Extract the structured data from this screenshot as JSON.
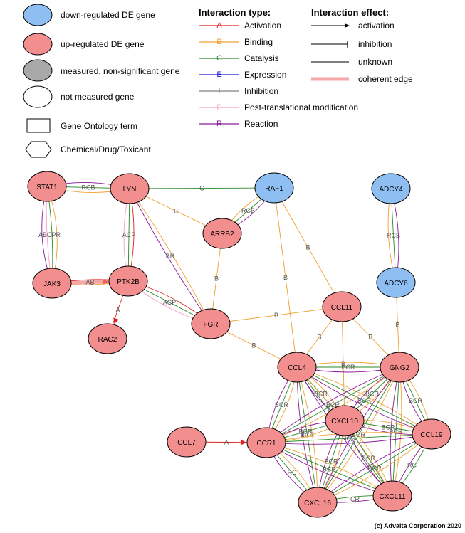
{
  "legend": {
    "node_types": {
      "down": "down-regulated DE gene",
      "up": "up-regulated DE gene",
      "measured": "measured, non-significant gene",
      "not_measured": "not measured gene",
      "go_term": "Gene Ontology term",
      "chemical": "Chemical/Drug/Toxicant"
    },
    "interaction_type": {
      "title": "Interaction type:",
      "items": [
        {
          "code": "A",
          "label": "Activation",
          "color": "#e02020"
        },
        {
          "code": "B",
          "label": "Binding",
          "color": "#f0a030"
        },
        {
          "code": "C",
          "label": "Catalysis",
          "color": "#2a8a2a"
        },
        {
          "code": "E",
          "label": "Expression",
          "color": "#1a1ad0"
        },
        {
          "code": "I",
          "label": "Inhibition",
          "color": "#808080"
        },
        {
          "code": "P",
          "label": "Post-translational modification",
          "color": "#f5a0c8"
        },
        {
          "code": "R",
          "label": "Reaction",
          "color": "#8a1a9a"
        }
      ]
    },
    "interaction_effect": {
      "title": "Interaction effect:",
      "items": [
        {
          "label": "activation"
        },
        {
          "label": "inhibition"
        },
        {
          "label": "unknown"
        },
        {
          "label": "coherent edge"
        }
      ]
    }
  },
  "colors": {
    "down": "#8fbff2",
    "up": "#f28e8e",
    "measured": "#a8a8a8",
    "not_measured": "#ffffff",
    "coherent": "#f5a8a8"
  },
  "nodes": [
    {
      "id": "STAT1",
      "label": "STAT1",
      "type": "up"
    },
    {
      "id": "LYN",
      "label": "LYN",
      "type": "up"
    },
    {
      "id": "RAF1",
      "label": "RAF1",
      "type": "down"
    },
    {
      "id": "ADCY4",
      "label": "ADCY4",
      "type": "down"
    },
    {
      "id": "ARRB2",
      "label": "ARRB2",
      "type": "up"
    },
    {
      "id": "ADCY6",
      "label": "ADCY6",
      "type": "down"
    },
    {
      "id": "JAK3",
      "label": "JAK3",
      "type": "up"
    },
    {
      "id": "PTK2B",
      "label": "PTK2B",
      "type": "up"
    },
    {
      "id": "RAC2",
      "label": "RAC2",
      "type": "up"
    },
    {
      "id": "FGR",
      "label": "FGR",
      "type": "up"
    },
    {
      "id": "CCL11",
      "label": "CCL11",
      "type": "up"
    },
    {
      "id": "CCL4",
      "label": "CCL4",
      "type": "up"
    },
    {
      "id": "GNG2",
      "label": "GNG2",
      "type": "up"
    },
    {
      "id": "CXCL10",
      "label": "CXCL10",
      "type": "up"
    },
    {
      "id": "CCL7",
      "label": "CCL7",
      "type": "up"
    },
    {
      "id": "CCR1",
      "label": "CCR1",
      "type": "up"
    },
    {
      "id": "CCL19",
      "label": "CCL19",
      "type": "up"
    },
    {
      "id": "CXCL16",
      "label": "CXCL16",
      "type": "up"
    },
    {
      "id": "CXCL11",
      "label": "CXCL11",
      "type": "up"
    }
  ],
  "edges": [
    {
      "from": "STAT1",
      "to": "LYN",
      "types": [
        "R",
        "C",
        "B"
      ],
      "label": "RCB"
    },
    {
      "from": "STAT1",
      "to": "JAK3",
      "types": [
        "B",
        "C",
        "P",
        "R"
      ],
      "label": "ABCPR"
    },
    {
      "from": "LYN",
      "to": "RAF1",
      "types": [
        "C"
      ],
      "label": "C"
    },
    {
      "from": "LYN",
      "to": "ARRB2",
      "types": [
        "B"
      ],
      "label": "B"
    },
    {
      "from": "LYN",
      "to": "PTK2B",
      "types": [
        "A",
        "C",
        "P"
      ],
      "label": "ACP"
    },
    {
      "from": "LYN",
      "to": "FGR",
      "types": [
        "B",
        "R"
      ],
      "label": "BR"
    },
    {
      "from": "RAF1",
      "to": "ARRB2",
      "types": [
        "R",
        "C",
        "B"
      ],
      "label": "RCB"
    },
    {
      "from": "RAF1",
      "to": "CCL11",
      "types": [
        "B"
      ],
      "label": "B"
    },
    {
      "from": "RAF1",
      "to": "CCL4",
      "types": [
        "B"
      ],
      "label": "B"
    },
    {
      "from": "ADCY4",
      "to": "ADCY6",
      "types": [
        "R",
        "C",
        "B"
      ],
      "label": "RCB"
    },
    {
      "from": "ARRB2",
      "to": "FGR",
      "types": [
        "B"
      ],
      "label": "B"
    },
    {
      "from": "ADCY6",
      "to": "GNG2",
      "types": [
        "B"
      ],
      "label": "B"
    },
    {
      "from": "JAK3",
      "to": "PTK2B",
      "types": [
        "A",
        "B"
      ],
      "label": "AB",
      "coherent": true
    },
    {
      "from": "PTK2B",
      "to": "RAC2",
      "types": [
        "A"
      ],
      "label": "A"
    },
    {
      "from": "PTK2B",
      "to": "FGR",
      "types": [
        "A",
        "C",
        "P"
      ],
      "label": "ACP"
    },
    {
      "from": "FGR",
      "to": "CCL11",
      "types": [
        "B"
      ],
      "label": "B"
    },
    {
      "from": "FGR",
      "to": "CCL4",
      "types": [
        "B"
      ],
      "label": "B"
    },
    {
      "from": "CCL11",
      "to": "CCL4",
      "types": [
        "B"
      ],
      "label": "B"
    },
    {
      "from": "CCL11",
      "to": "GNG2",
      "types": [
        "B"
      ],
      "label": "B"
    },
    {
      "from": "CCL11",
      "to": "CXCL10",
      "types": [
        "B"
      ],
      "label": "B"
    },
    {
      "from": "CCL4",
      "to": "GNG2",
      "types": [
        "B",
        "C",
        "R"
      ],
      "label": "BCR"
    },
    {
      "from": "CCL4",
      "to": "CXCL10",
      "types": [
        "B",
        "C",
        "R"
      ],
      "label": "BCR"
    },
    {
      "from": "CCL4",
      "to": "CCR1",
      "types": [
        "B",
        "C",
        "R"
      ],
      "label": "BCR"
    },
    {
      "from": "CCL4",
      "to": "CXCL11",
      "types": [
        "B",
        "C",
        "R"
      ],
      "label": "BCR"
    },
    {
      "from": "CCL4",
      "to": "CCL19",
      "types": [
        "B",
        "C",
        "R"
      ],
      "label": "BCR"
    },
    {
      "from": "CCL4",
      "to": "CXCL16",
      "types": [
        "B",
        "C",
        "R"
      ],
      "label": "BCR"
    },
    {
      "from": "GNG2",
      "to": "CXCL10",
      "types": [
        "B",
        "C",
        "R"
      ],
      "label": "BCR"
    },
    {
      "from": "GNG2",
      "to": "CCR1",
      "types": [
        "B",
        "C",
        "R"
      ],
      "label": "BCR"
    },
    {
      "from": "GNG2",
      "to": "CCL19",
      "types": [
        "B",
        "C",
        "R"
      ],
      "label": "BCR"
    },
    {
      "from": "GNG2",
      "to": "CXCL11",
      "types": [
        "B",
        "C",
        "R"
      ],
      "label": "BCR"
    },
    {
      "from": "GNG2",
      "to": "CXCL16",
      "types": [
        "B",
        "C",
        "R"
      ],
      "label": "BCR"
    },
    {
      "from": "CXCL10",
      "to": "CCR1",
      "types": [
        "B",
        "C",
        "R"
      ],
      "label": "BCR"
    },
    {
      "from": "CXCL10",
      "to": "CCL19",
      "types": [
        "B",
        "C",
        "R"
      ],
      "label": "BCR"
    },
    {
      "from": "CXCL10",
      "to": "CXCL16",
      "types": [
        "B",
        "C",
        "R"
      ],
      "label": "BCR"
    },
    {
      "from": "CXCL10",
      "to": "CXCL11",
      "types": [
        "B",
        "C",
        "R"
      ],
      "label": "BCR"
    },
    {
      "from": "CCL7",
      "to": "CCR1",
      "types": [
        "A"
      ],
      "label": "A"
    },
    {
      "from": "CCR1",
      "to": "CCL19",
      "types": [
        "B",
        "C",
        "R"
      ],
      "label": "BCR"
    },
    {
      "from": "CCR1",
      "to": "CXCL16",
      "types": [
        "B",
        "C",
        "R"
      ],
      "label": "RC"
    },
    {
      "from": "CCR1",
      "to": "CXCL11",
      "types": [
        "B",
        "C",
        "R"
      ],
      "label": "BCR"
    },
    {
      "from": "CCL19",
      "to": "CXCL11",
      "types": [
        "C",
        "R"
      ],
      "label": "RC"
    },
    {
      "from": "CCL19",
      "to": "CXCL16",
      "types": [
        "B",
        "C",
        "R"
      ],
      "label": "BCR"
    },
    {
      "from": "CXCL16",
      "to": "CXCL11",
      "types": [
        "C",
        "R"
      ],
      "label": "CR"
    }
  ],
  "copyright": "(c) Advaita Corporation 2020"
}
